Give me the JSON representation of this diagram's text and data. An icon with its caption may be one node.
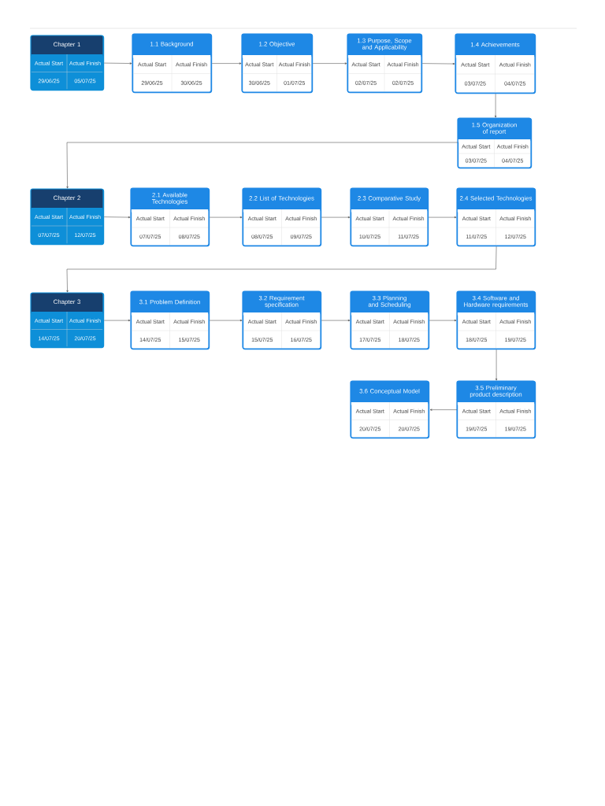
{
  "diagram": {
    "nodes": [
      {
        "text": [
          "Chapter 1",
          "Actual Start",
          "Actual Finish",
          "29/06/25",
          "05/07/25"
        ]
      },
      {
        "text": [
          "1.1 Background",
          "Actual Start",
          "Actual Finish",
          "29/06/25",
          "30/06/25"
        ]
      },
      {
        "text": [
          "1.2 Objective",
          "Actual Start",
          "Actual Finish",
          "30/06/25",
          "01/07/25"
        ]
      },
      {
        "text": [
          "1.3 Purpose, Scope and Applicability",
          "Actual Start",
          "Actual Finish",
          "02/07/25",
          "02/07/25"
        ]
      },
      {
        "text": [
          "1.4 Achievements",
          "Actual Start",
          "Actual Finish",
          "03/07/25",
          "04/07/25"
        ]
      },
      {
        "text": [
          "1.5 Organization of report",
          "Actual Start",
          "Actual Finish",
          "03/07/25",
          "04/07/25"
        ]
      },
      {
        "text": [
          "Chapter 2",
          "Actual Start",
          "Actual Finish",
          "07/07/25",
          "12/07/25"
        ]
      },
      {
        "text": [
          "2.1 Available Technologies",
          "Actual Start",
          "Actual Finish",
          "07/07/25",
          "08/07/25"
        ]
      },
      {
        "text": [
          "2.2 List of Technologies",
          "Actual Start",
          "Actual Finish",
          "08/07/25",
          "09/07/25"
        ]
      },
      {
        "text": [
          "2.3 Comparative Study",
          "Actual Start",
          "Actual Finish",
          "10/07/25",
          "11/07/25"
        ]
      },
      {
        "text": [
          "2.4 Selected Technologies",
          "Actual Start",
          "Actual Finish",
          "11/07/25",
          "12/07/25"
        ]
      },
      {
        "text": [
          "Chapter 3",
          "Actual Start",
          "Actual Finish",
          "14/07/25",
          "20/07/25"
        ]
      },
      {
        "text": [
          "3.1 Problem Definition",
          "Actual Start",
          "Actual Finish",
          "14/07/25",
          "15/07/25"
        ]
      },
      {
        "text": [
          "3.2 Requirement specification",
          "Actual Start",
          "Actual Finish",
          "15/07/25",
          "16/07/25"
        ]
      },
      {
        "text": [
          "3.3 Planning and Scheduling",
          "Actual Start",
          "Actual Finish",
          "17/07/25",
          "18/07/25"
        ]
      },
      {
        "text": [
          "3.4 Software and Hardware requirements",
          "Actual Start",
          "Actual Finish",
          "18/07/25",
          "19/07/25"
        ]
      },
      {
        "text": [
          "3.5 Preliminary product description",
          "Actual Start",
          "Actual Finish",
          "19/07/25",
          "19/07/25"
        ]
      },
      {
        "text": [
          "3.6 Conceptual Model",
          "Actual Start",
          "Actual Finish",
          "20/07/25",
          "20/07/25"
        ]
      }
    ],
    "edges": [
      {
        "from": 0,
        "to": 1,
        "arrow": "to"
      },
      {
        "from": 1,
        "to": 2,
        "arrow": "to"
      },
      {
        "from": 2,
        "to": 3,
        "arrow": "to"
      },
      {
        "from": 3,
        "to": 4,
        "arrow": "to"
      },
      {
        "from": 4,
        "to": 5,
        "arrow": "to"
      },
      {
        "from": 5,
        "to": 6,
        "arrow": "to"
      },
      {
        "from": 6,
        "to": 7,
        "arrow": "to"
      },
      {
        "from": 7,
        "to": 8,
        "arrow": "to"
      },
      {
        "from": 8,
        "to": 9,
        "arrow": "to"
      },
      {
        "from": 9,
        "to": 10,
        "arrow": "to"
      },
      {
        "from": 10,
        "to": 11,
        "arrow": "to"
      },
      {
        "from": 11,
        "to": 12,
        "arrow": "to"
      },
      {
        "from": 12,
        "to": 13,
        "arrow": "to"
      },
      {
        "from": 13,
        "to": 14,
        "arrow": "to"
      },
      {
        "from": 14,
        "to": 15,
        "arrow": "to"
      },
      {
        "from": 15,
        "to": 16,
        "arrow": "to"
      },
      {
        "from": 16,
        "to": 17,
        "arrow": "to"
      }
    ]
  }
}
